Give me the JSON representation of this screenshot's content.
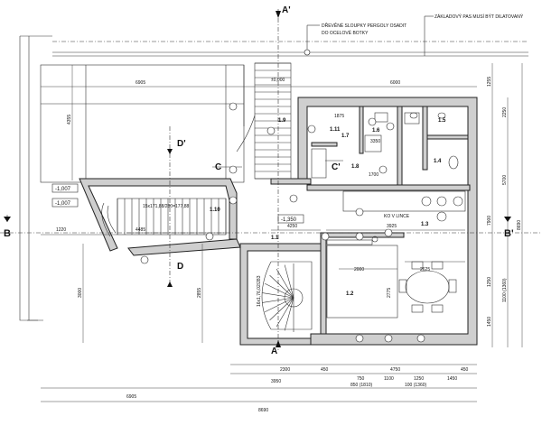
{
  "notes": {
    "pergola": "DŘEVĚNÉ SLOUPKY PERGOLY OSADIT DO OCELOVÉ BOTKY",
    "foundation": "ZÁKLADOVÝ PAS MUSÍ BÝT DILATOVANÝ",
    "ko_line": "KO V LINCE"
  },
  "section_marks": {
    "a_top": "A'",
    "a_bottom": "A",
    "b_left": "B",
    "b_right": "B'",
    "c_left": "C",
    "c_right": "C'",
    "d_top": "D'",
    "d_bottom": "D"
  },
  "rooms": {
    "r1": "1.9",
    "r2": "1.10",
    "r3": "1.1",
    "r4": "1.2",
    "r5": "1.3",
    "r6": "1.4",
    "r7": "1.5",
    "r8": "1.6",
    "r9": "1.7",
    "r10": "1.8",
    "r11": "1.11"
  },
  "levels": {
    "l1": "-1,007",
    "l2": "-1,007",
    "l3": "-1,350",
    "l4": "±0,000"
  },
  "stairs": {
    "main": "15x171,88/280=177,88",
    "spiral": "16x1,76,02/283"
  },
  "dims": {
    "top_left": "6905",
    "top_right": "6000",
    "bot_total": "8690",
    "bot_left": "6905",
    "b1": "2300",
    "b2": "450",
    "b3": "4750",
    "b4": "450",
    "c1": "3950",
    "c2": "750",
    "c3": "1100",
    "c4": "1250",
    "c5": "1450",
    "c6": "850 (1810)",
    "c7": "100 (1360)",
    "r_1": "1255",
    "r_2": "2250",
    "r_3": "5700",
    "r_4": "7900",
    "r_5": "1250",
    "r_6": "1100 (1360)",
    "r_7": "1450",
    "r_8": "8690",
    "l_1": "4355",
    "l_2": "3000",
    "l_3": "2855",
    "l_4": "1220",
    "i_1": "4250",
    "i_2": "3925",
    "i_3": "2000",
    "i_4": "2625",
    "i_5": "2775",
    "i_6": "1875",
    "i_7": "3350",
    "i_8": "1700",
    "i_9": "4485"
  }
}
